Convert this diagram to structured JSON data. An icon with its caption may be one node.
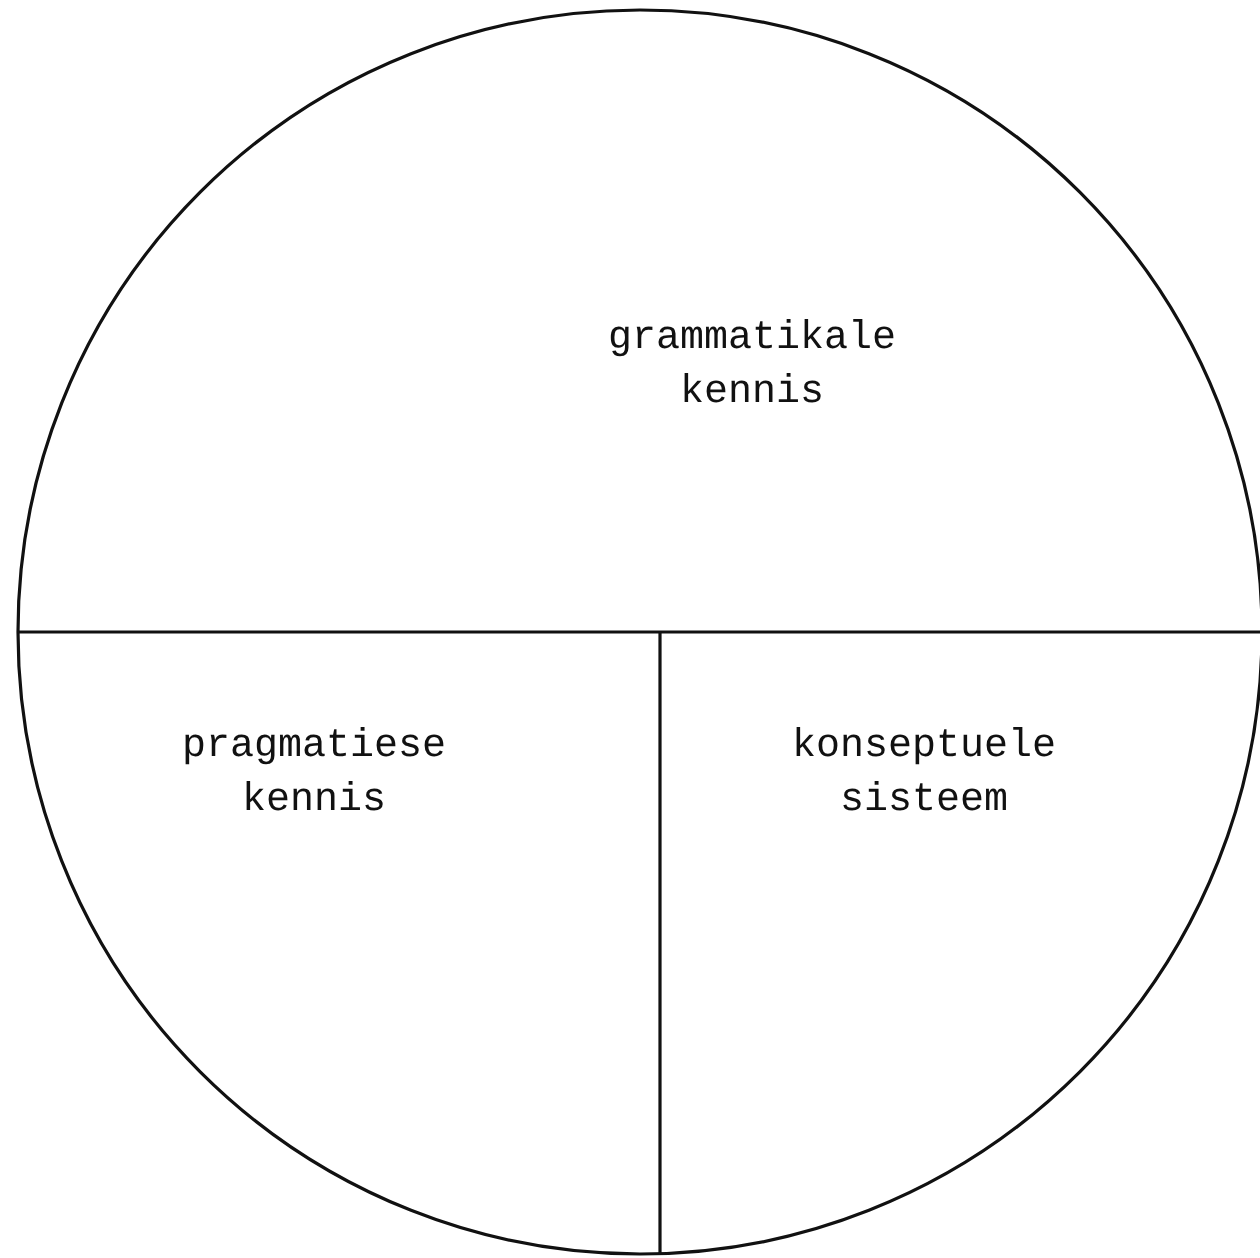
{
  "diagram": {
    "nodes": [
      {
        "text": [
          "grammatikale kennis"
        ]
      },
      {
        "text": [
          "pragmatiese kennis"
        ]
      },
      {
        "text": [
          "konseptuele sisteem"
        ]
      }
    ]
  }
}
